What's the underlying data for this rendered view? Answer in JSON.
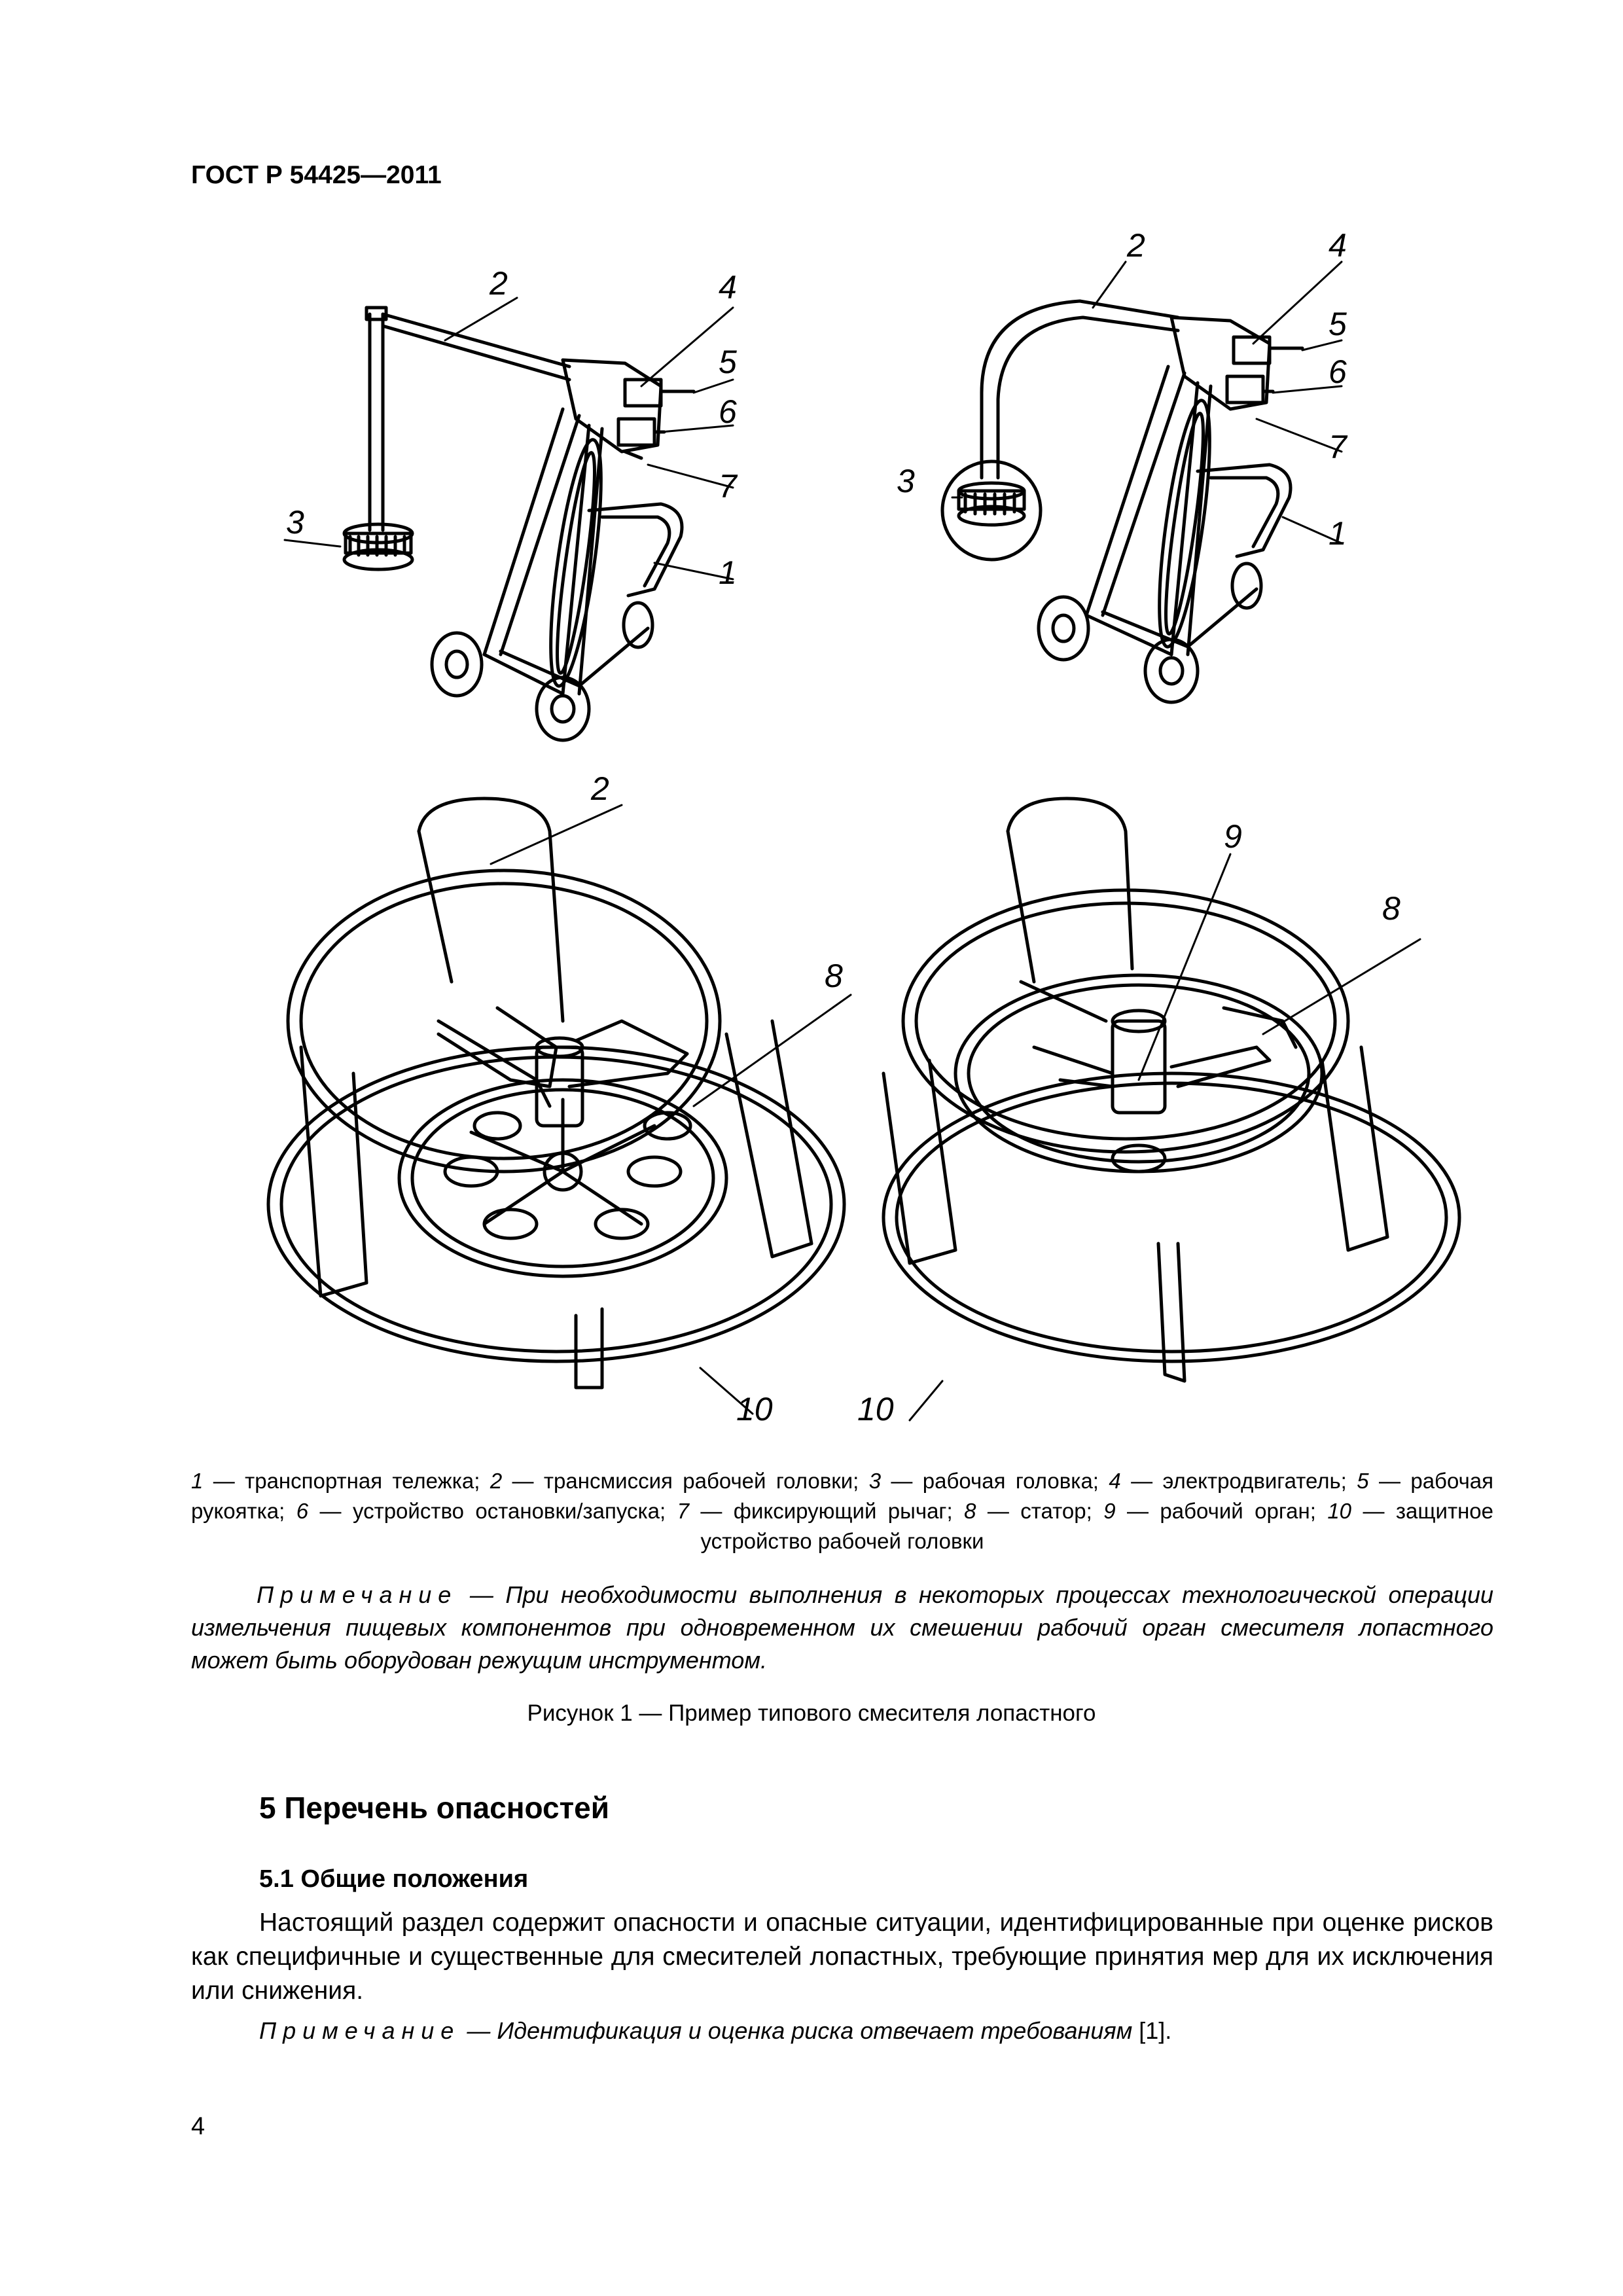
{
  "header": {
    "standard": "ГОСТ Р 54425—2011"
  },
  "figure": {
    "labels": {
      "top_left": [
        "2",
        "4",
        "5",
        "6",
        "7",
        "3",
        "1"
      ],
      "top_right": [
        "2",
        "4",
        "5",
        "6",
        "7",
        "3",
        "1"
      ],
      "bottom_left": [
        "2",
        "8",
        "10"
      ],
      "bottom_right": [
        "9",
        "8",
        "10"
      ]
    },
    "legend": [
      {
        "num": "1",
        "text": " — транспортная тележка; "
      },
      {
        "num": "2",
        "text": " — трансмиссия рабочей головки; "
      },
      {
        "num": "3",
        "text": " — рабочая головка; "
      },
      {
        "num": "4",
        "text": " — электродвигатель; "
      },
      {
        "num": "5",
        "text": " — рабочая рукоятка; "
      },
      {
        "num": "6",
        "text": " — устройство остановки/запуска; "
      },
      {
        "num": "7",
        "text": " — фиксирующий рычаг; "
      },
      {
        "num": "8",
        "text": " — статор; "
      },
      {
        "num": "9",
        "text": " — рабочий орган; "
      },
      {
        "num": "10",
        "text": " — защитное устройство рабочей головки"
      }
    ],
    "note_label": "Примечание",
    "note_text": " — При необходимости выполнения в некоторых процессах технологической операции измельчения пищевых компонентов при одновременном их смешении рабочий орган смесителя лопастного может быть оборудован режущим инструментом.",
    "caption": "Рисунок  1 — Пример типового смесителя лопастного"
  },
  "section": {
    "title": "5  Перечень опасностей",
    "subsection_title": "5.1  Общие положения",
    "paragraph": "Настоящий раздел содержит опасности и опасные ситуации, идентифицированные при оценке рисков как специфичные и существенные для смесителей лопастных, требующие принятия мер для их исключения или снижения.",
    "note_label": "Примечание",
    "note_text": " — Идентификация и оценка риска отвечает требованиям ",
    "note_ref": "[1]."
  },
  "page_number": "4"
}
